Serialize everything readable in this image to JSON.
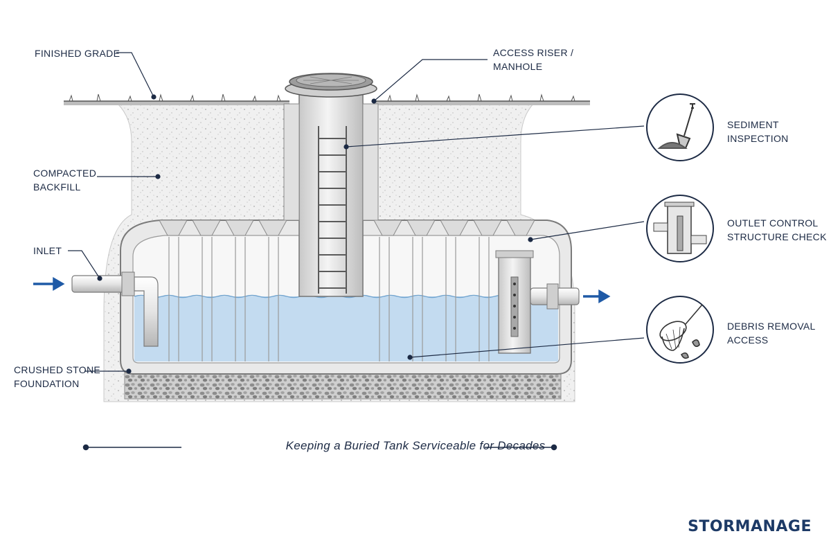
{
  "labels": {
    "finished_grade": "FINISHED GRADE",
    "compacted_backfill": [
      "COMPACTED",
      "BACKFILL"
    ],
    "inlet": "INLET",
    "crushed_stone": [
      "CRUSHED STONE",
      "FOUNDATION"
    ],
    "access_riser": [
      "ACCESS RISER /",
      "MANHOLE"
    ],
    "sediment_inspection": [
      "SEDIMENT",
      "INSPECTION"
    ],
    "outlet_control": [
      "OUTLET CONTROL",
      "STRUCTURE CHECK"
    ],
    "debris_removal": [
      "DEBRIS REMOVAL",
      "ACCESS"
    ]
  },
  "caption": "Keeping a Buried Tank Serviceable for Decades",
  "brand": "STORMANAGE",
  "icons": [
    "shovel-icon",
    "outlet-structure-icon",
    "net-icon"
  ],
  "colors": {
    "ink": "#1c2a44",
    "arrow": "#1f5aa6",
    "water": "#bcd7ee",
    "soil": "#f1f1f1",
    "brand": "#1d3a66"
  }
}
